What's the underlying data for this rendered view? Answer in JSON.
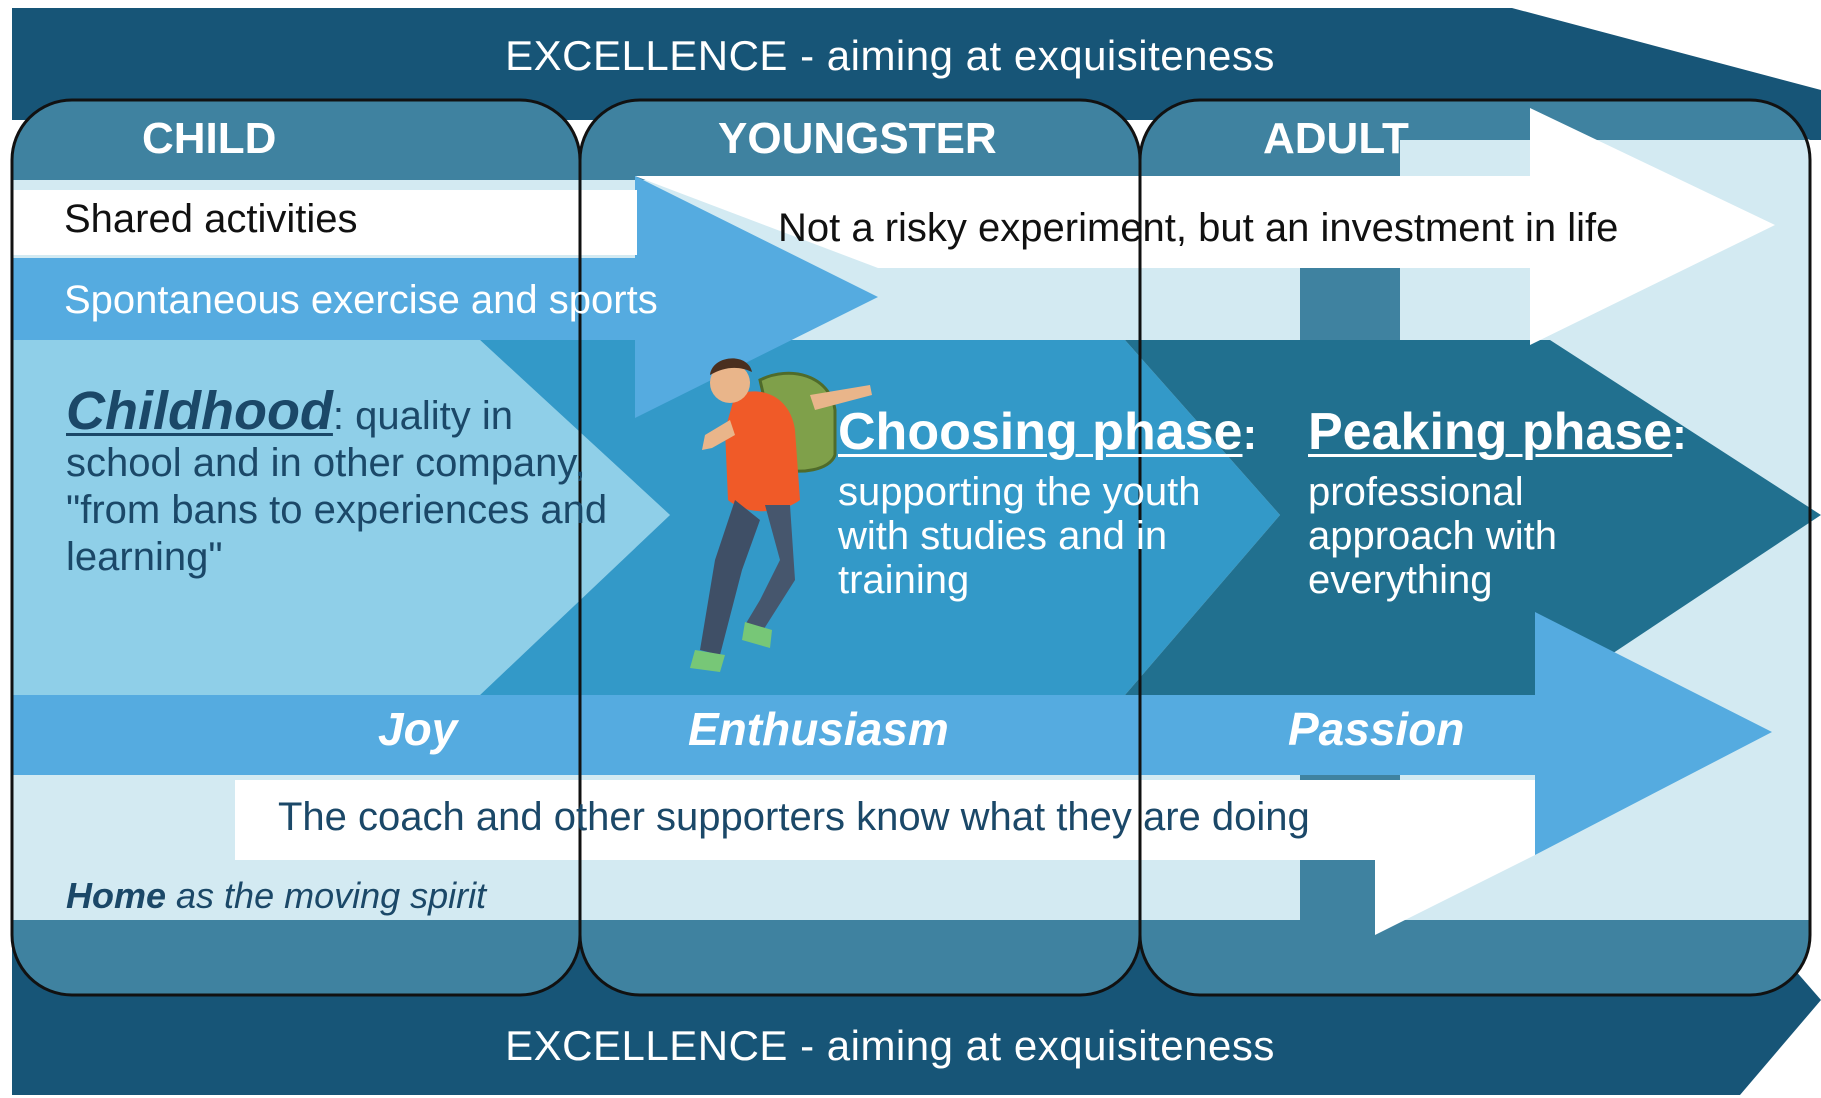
{
  "colors": {
    "navy": "#175577",
    "steel": "#3f82a0",
    "pale_blue": "#d3eaf2",
    "light_blue": "#8fcfe8",
    "mid_blue": "#3399c8",
    "arrow_blue": "#55abe0",
    "teal_dark": "#21708f",
    "outline": "#111111",
    "text_dark": "#1b4868",
    "white": "#ffffff"
  },
  "excellence_top": "EXCELLENCE - aiming at exquisiteness",
  "excellence_bottom": "EXCELLENCE - aiming at exquisiteness",
  "stages": {
    "child": "CHILD",
    "youngster": "YOUNGSTER",
    "adult": "ADULT"
  },
  "shared_activities": "Shared activities",
  "spontaneous": "Spontaneous exercise and sports",
  "not_risky": "Not a risky experiment, but an investment in life",
  "childhood": {
    "heading": "Childhood",
    "text": ": quality in school and in other company, \"from bans to experiences and learning\""
  },
  "choosing": {
    "heading": "Choosing phase",
    "colon": ":",
    "text": "supporting the youth with studies and in training"
  },
  "peaking": {
    "heading": "Peaking phase",
    "colon": ":",
    "text": "professional approach with everything"
  },
  "feelings": {
    "joy": "Joy",
    "enthusiasm": "Enthusiasm",
    "passion": "Passion"
  },
  "coach": "The coach and other supporters know what they are doing",
  "home": {
    "bold": "Home",
    "rest": " as the moving spirit"
  },
  "figure": {
    "icon": "jumping-youth-with-backpack"
  }
}
